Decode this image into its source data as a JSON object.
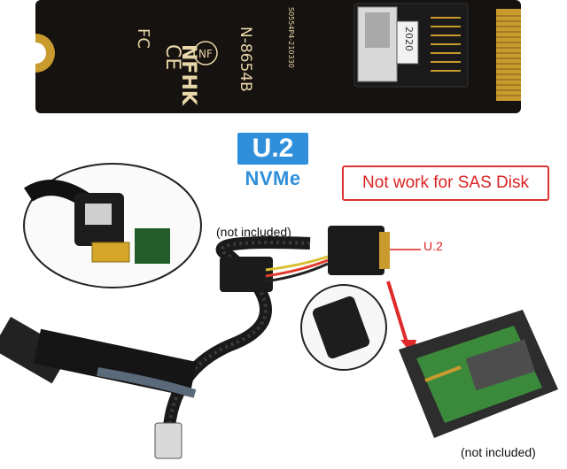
{
  "board": {
    "brand": "NFHK",
    "cert_marks": "CE FC",
    "model": "N-8654B",
    "serial": "S0554P4-210330",
    "connector_date": "2020",
    "logo": "NF"
  },
  "badge": {
    "line1": "U.2",
    "line2": "NVMe"
  },
  "warning": "Not work for SAS Disk",
  "label_u2": "U.2",
  "note_cable": "(not included)",
  "note_enclosure": "(not included)",
  "colors": {
    "badge_blue": "#2f8fdb",
    "warning_red": "#dd2222",
    "pcb_black": "#15120f",
    "pcb_green": "#3b8a3b"
  }
}
